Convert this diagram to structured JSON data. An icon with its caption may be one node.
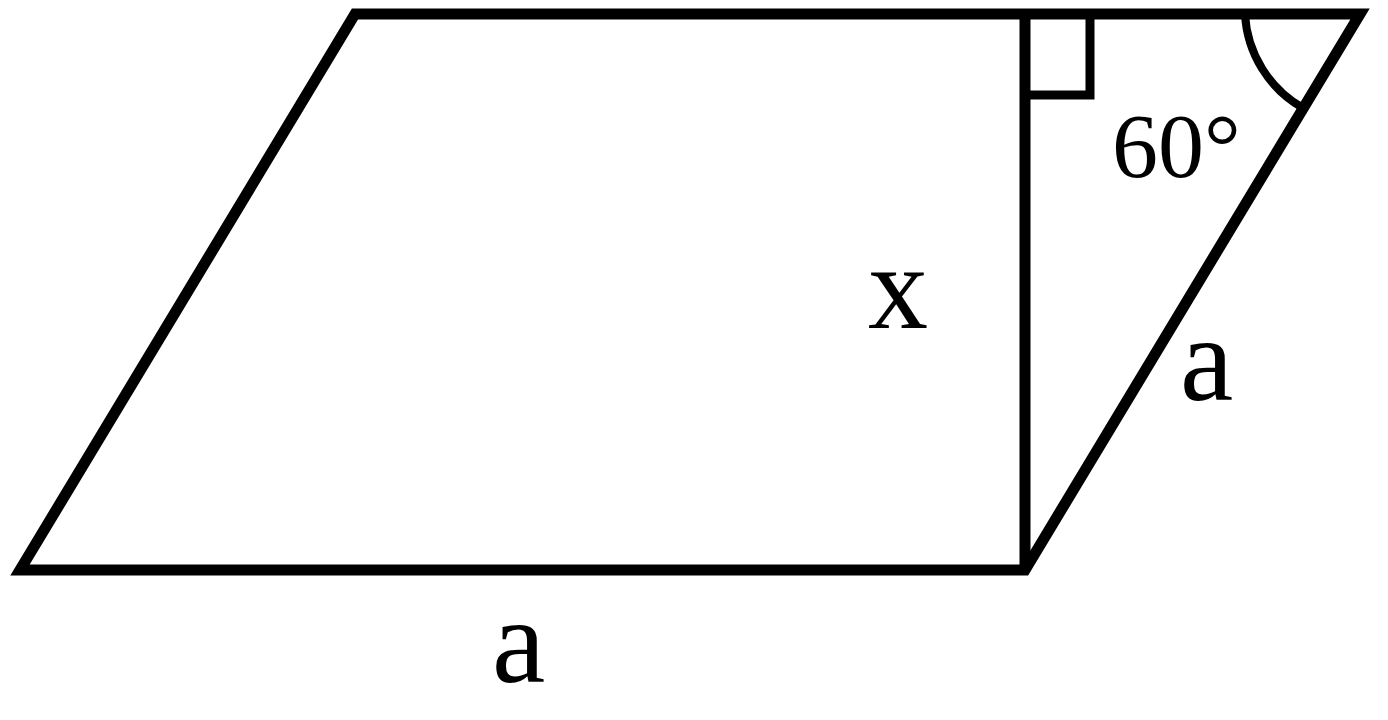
{
  "diagram": {
    "labels": [
      "60°",
      "x",
      "a",
      "a"
    ]
  }
}
